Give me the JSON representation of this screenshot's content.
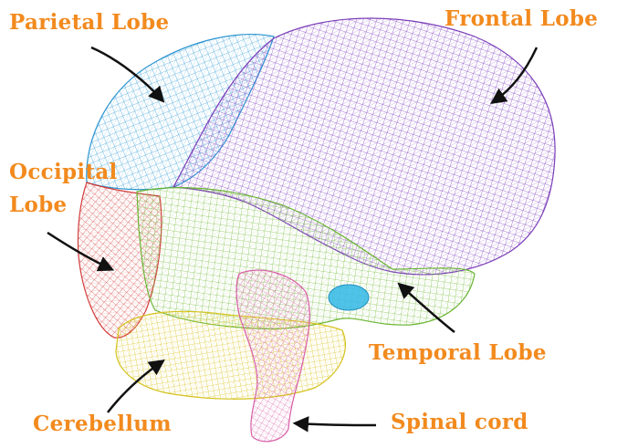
{
  "labels": {
    "parietal": "Parietal Lobe",
    "frontal": "Frontal Lobe",
    "occipital_line1": "Occipital",
    "occipital_line2": "Lobe",
    "temporal": "Temporal Lobe",
    "cerebellum": "Cerebellum",
    "spinal_cord": "Spinal cord"
  },
  "colors": {
    "label_text": "#f28a1e",
    "arrow": "#111111",
    "frontal_lobe": "#8a4fc4",
    "parietal_lobe": "#3aa6dc",
    "occipital_lobe": "#d94a4a",
    "temporal_lobe": "#7cc242",
    "cerebellum": "#e0d132",
    "brainstem": "#e07ab8",
    "ventricle": "#33b8e6"
  }
}
